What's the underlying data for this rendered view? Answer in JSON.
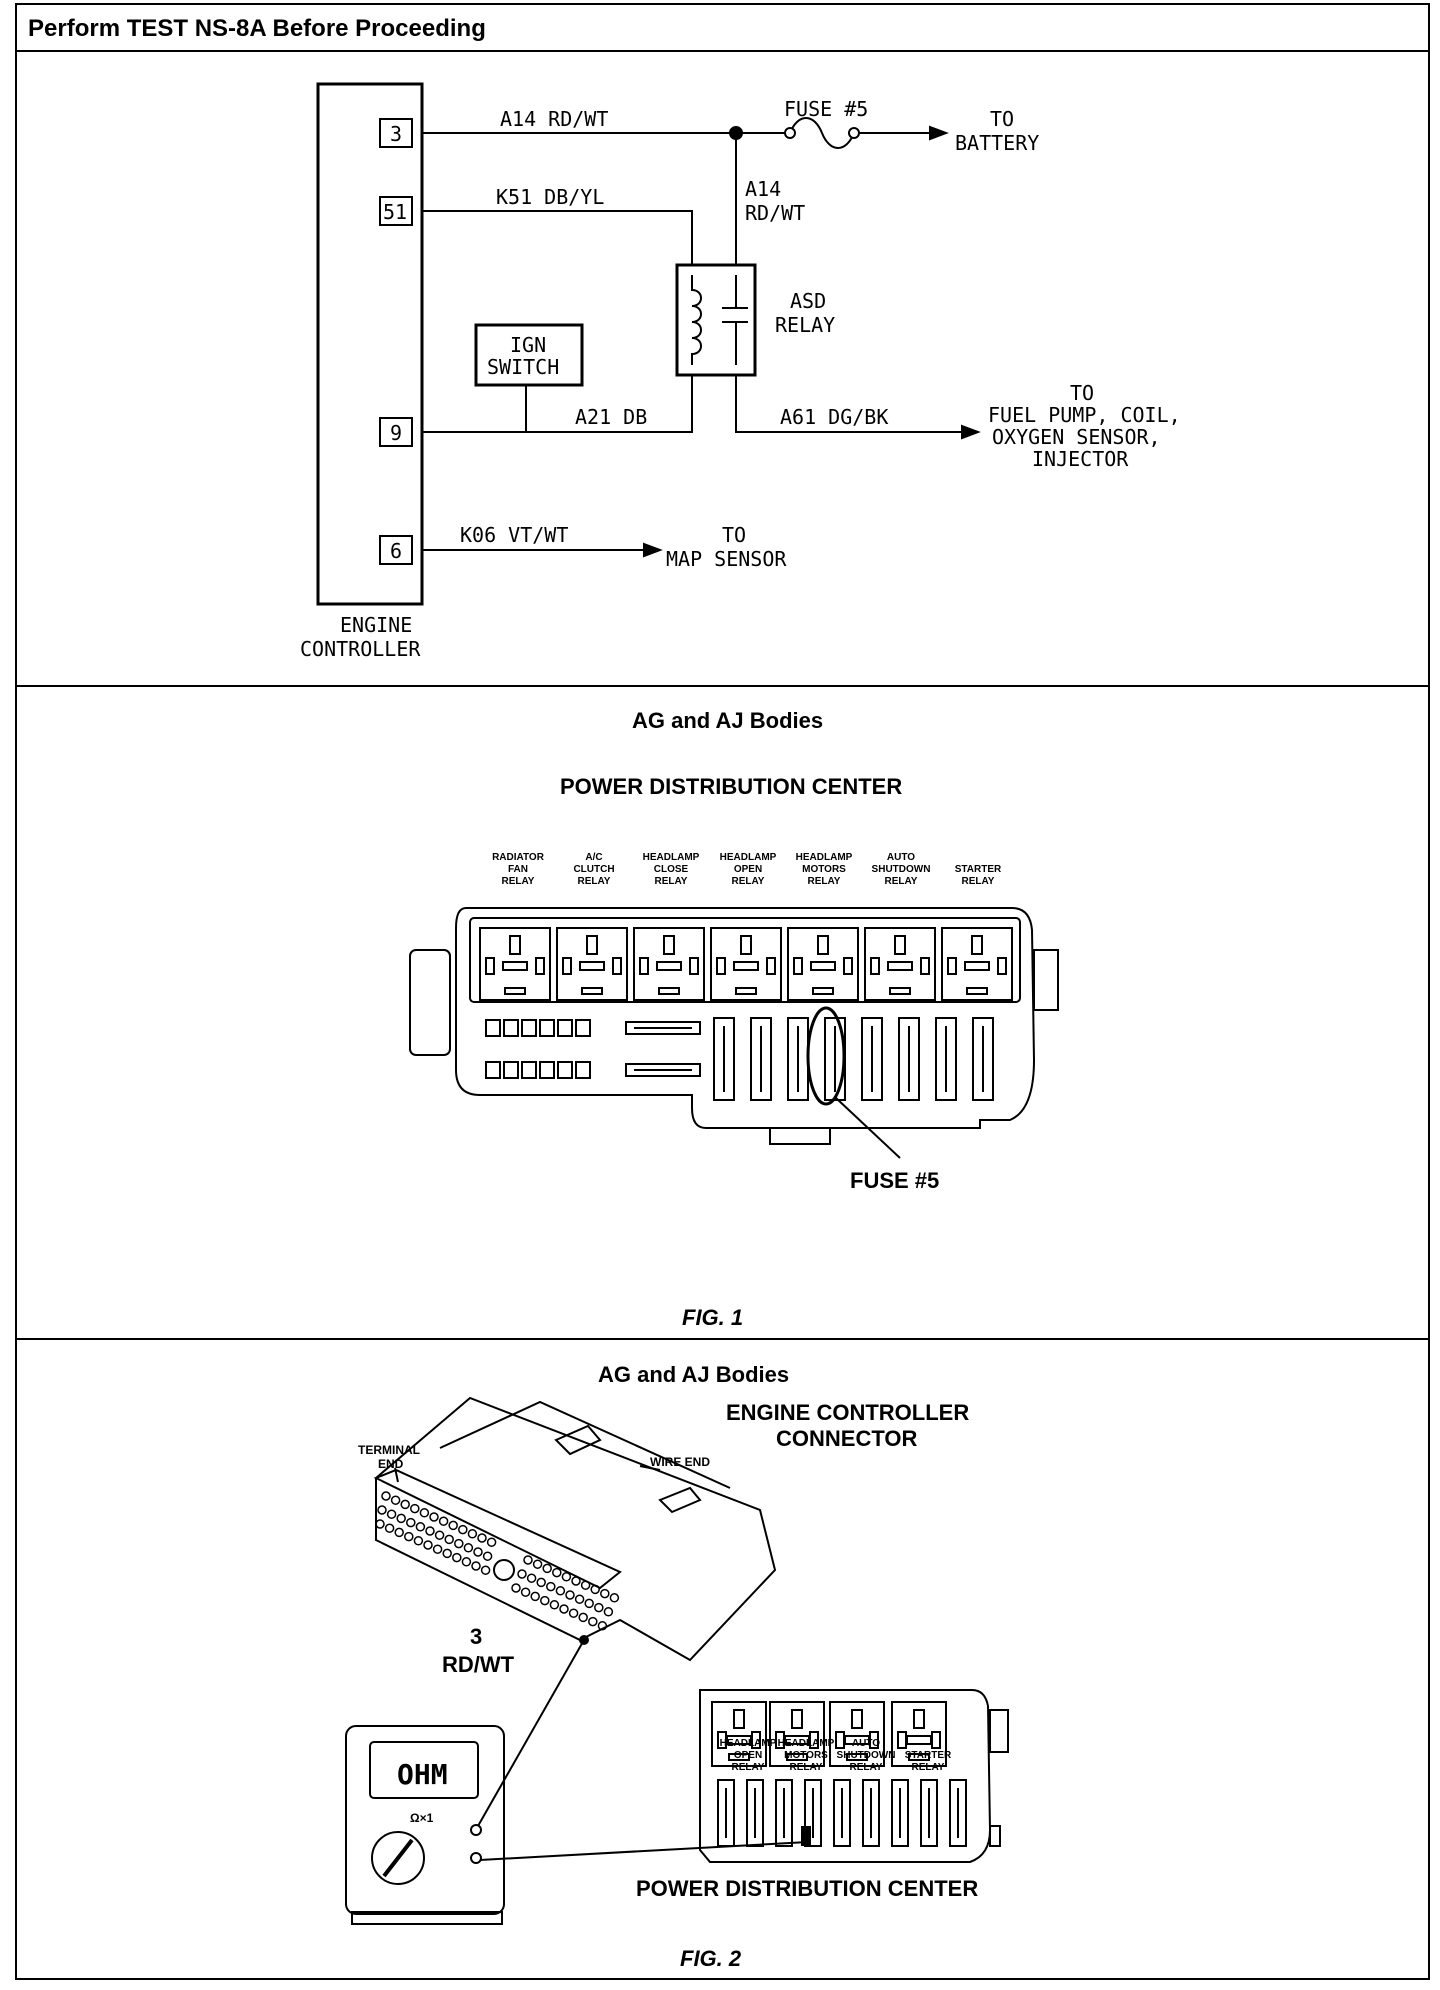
{
  "header": {
    "title": "Perform TEST NS-8A Before Proceeding"
  },
  "schematic": {
    "controller_label_1": "ENGINE",
    "controller_label_2": "CONTROLLER",
    "pin_3": "3",
    "pin_51": "51",
    "pin_9": "9",
    "pin_6": "6",
    "wire_a14": "A14 RD/WT",
    "wire_k51": "K51 DB/YL",
    "wire_a14_vert_1": "A14",
    "wire_a14_vert_2": "RD/WT",
    "wire_a21": "A21 DB",
    "wire_a61": "A61 DG/BK",
    "wire_k06": "K06 VT/WT",
    "fuse": "FUSE #5",
    "battery_1": "TO",
    "battery_2": "BATTERY",
    "asd_1": "ASD",
    "asd_2": "RELAY",
    "ign_1": "IGN",
    "ign_2": "SWITCH",
    "fuelpump_1": "TO",
    "fuelpump_2": "FUEL PUMP, COIL,",
    "fuelpump_3": "OXYGEN SENSOR,",
    "fuelpump_4": "INJECTOR",
    "map_1": "TO",
    "map_2": "MAP SENSOR"
  },
  "fig1": {
    "title": "AG and AJ Bodies",
    "subtitle": "POWER DISTRIBUTION CENTER",
    "relays": [
      [
        "RADIATOR",
        "FAN",
        "RELAY"
      ],
      [
        "A/C",
        "CLUTCH",
        "RELAY"
      ],
      [
        "HEADLAMP",
        "CLOSE",
        "RELAY"
      ],
      [
        "HEADLAMP",
        "OPEN",
        "RELAY"
      ],
      [
        "HEADLAMP",
        "MOTORS",
        "RELAY"
      ],
      [
        "AUTO",
        "SHUTDOWN",
        "RELAY"
      ],
      [
        "STARTER",
        "RELAY",
        ""
      ]
    ],
    "fuse_label": "FUSE #5",
    "caption": "FIG. 1"
  },
  "fig2": {
    "title": "AG and AJ Bodies",
    "connector_1": "ENGINE CONTROLLER",
    "connector_2": "CONNECTOR",
    "terminal_1": "TERMINAL",
    "terminal_2": "END",
    "wire_end": "WIRE END",
    "pin_num": "3",
    "pin_color": "RD/WT",
    "meter_display": "OHM",
    "meter_range": "Ω×1",
    "relays": [
      [
        "HEADLAMP",
        "OPEN",
        "RELAY"
      ],
      [
        "HEADLAMP",
        "MOTORS",
        "RELAY"
      ],
      [
        "AUTO",
        "SHUTDOWN",
        "RELAY"
      ],
      [
        "STARTER",
        "RELAY",
        ""
      ]
    ],
    "pdc_label": "POWER DISTRIBUTION CENTER",
    "caption": "FIG. 2"
  }
}
